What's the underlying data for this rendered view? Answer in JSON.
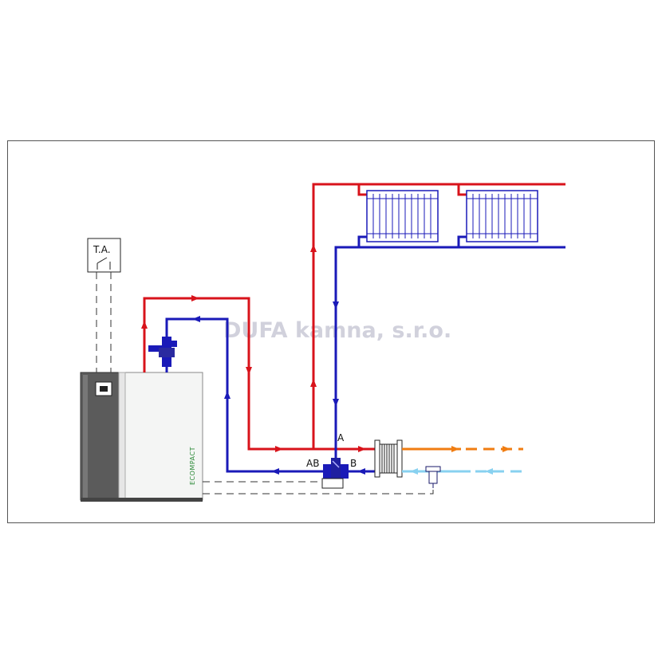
{
  "diagram": {
    "thermostat_label": "T.A.",
    "boiler_brand": "ECOMPACT",
    "valve_port_a": "A",
    "valve_port_ab": "AB",
    "valve_port_b": "B",
    "watermark": "DUFA kamna, s.r.o."
  },
  "colors": {
    "supply_hot": "#d8131b",
    "return_cold": "#1a1ab8",
    "dhw_hot": "#f07d12",
    "cold_water": "#88d1f0",
    "boiler_dark": "#5a5a5a",
    "boiler_panel": "#f4f5f4"
  }
}
